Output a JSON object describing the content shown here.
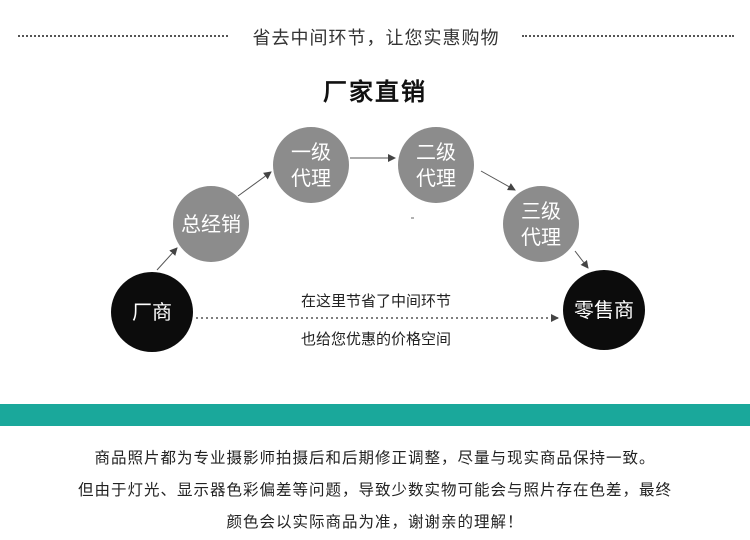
{
  "header": {
    "text": "省去中间环节，让您实惠购物"
  },
  "title": "厂家直销",
  "nodes": {
    "factory": "厂商",
    "general": "总经销",
    "level1": {
      "line1": "一级",
      "line2": "代理"
    },
    "level2": {
      "line1": "二级",
      "line2": "代理"
    },
    "level3": {
      "line1": "三级",
      "line2": "代理"
    },
    "retailer": "零售商"
  },
  "middle": {
    "line_top": "在这里节省了中间环节",
    "line_bottom": "也给您优惠的价格空间"
  },
  "colors": {
    "teal_bar": "#1aa89b",
    "gray_node": "#8c8c8c",
    "black_node": "#0c0c0c"
  },
  "notice": {
    "line1": "商品照片都为专业摄影师拍摄后和后期修正调整，尽量与现实商品保持一致。",
    "line2": "但由于灯光、显示器色彩偏差等问题，导致少数实物可能会与照片存在色差，最终",
    "line3": "颜色会以实际商品为准，谢谢亲的理解！"
  }
}
